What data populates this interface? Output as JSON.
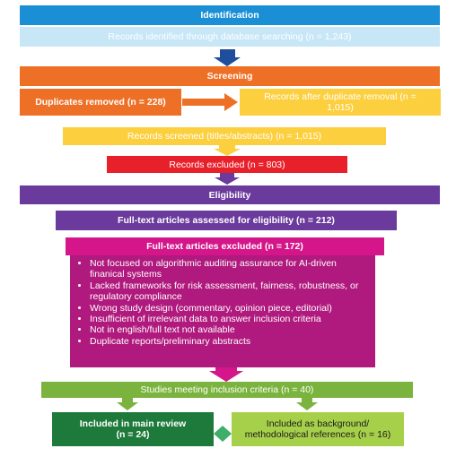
{
  "colors": {
    "blue": "#1a8fd6",
    "light_blue": "#c7e7f7",
    "navy": "#1f4e9c",
    "orange": "#ee7026",
    "yellow": "#fccf3f",
    "red": "#e8202a",
    "purple": "#6a3a9c",
    "magenta": "#d4168a",
    "dark_magenta": "#b0197d",
    "green": "#7ab33d",
    "dark_green": "#1e7a3a",
    "lime": "#a7d04a"
  },
  "identification": {
    "header": "Identification",
    "records_identified": "Records identified through database searching (n = 1,243)"
  },
  "screening": {
    "header": "Screening",
    "duplicates_removed": "Duplicates removed (n = 228)",
    "after_duplicates": "Records after duplicate removal (n = 1,015)",
    "records_screened": "Records screened (titles/abstracts) (n = 1,015)",
    "records_excluded": "Records excluded (n = 803)"
  },
  "eligibility": {
    "header": "Eligibility",
    "fulltext_assessed": "Full-text articles assessed for eligibility (n = 212)",
    "fulltext_excluded": "Full-text articles excluded (n = 172)",
    "exclusion_reasons": [
      "Not focused on algorithmic auditing assurance for AI-driven finanical systems",
      "Lacked frameworks for risk assessment, fairness, robustness, or regulatory compliance",
      "Wrong study design (commentary, opinion piece, editorial)",
      "Insufficient of irrelevant data to answer inclusion criteria",
      "Not in english/full text not available",
      "Duplicate reports/preliminary abstracts"
    ]
  },
  "included": {
    "studies_meeting": "Studies meeting inclusion criteria (n = 40)",
    "main_review_line1": "Included in main review",
    "main_review_line2": "(n = 24)",
    "background_line1": "Included as background/",
    "background_line2": "methodological references (n = 16)"
  }
}
